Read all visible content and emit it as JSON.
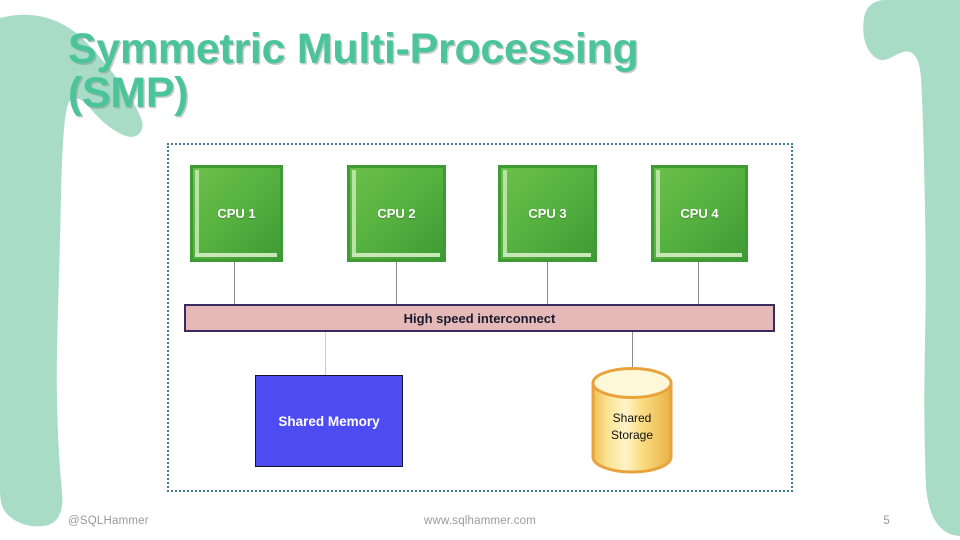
{
  "slide": {
    "title_line1": "Symmetric Multi-Processing",
    "title_line2": "(SMP)",
    "title_color": "#4BC49B",
    "background_color": "#ffffff",
    "decoration_color": "#A8DCC6"
  },
  "diagram": {
    "frame_border_color": "#3E7D93",
    "cpus": [
      {
        "label": "CPU 1"
      },
      {
        "label": "CPU 2"
      },
      {
        "label": "CPU 3"
      },
      {
        "label": "CPU 4"
      }
    ],
    "cpu_fill_color": "#58B341",
    "cpu_border_color": "#3E9B33",
    "interconnect": {
      "label": "High speed interconnect",
      "fill_color": "#E4B9B8",
      "border_color": "#3B2A5E"
    },
    "shared_memory": {
      "label": "Shared Memory",
      "fill_color": "#4C4CF2"
    },
    "shared_storage": {
      "label_line1": "Shared",
      "label_line2": "Storage",
      "fill_color": "#F9D66B",
      "border_color": "#E8A33D"
    }
  },
  "footer": {
    "handle": "@SQLHammer",
    "url": "www.sqlhammer.com",
    "page_number": "5"
  }
}
